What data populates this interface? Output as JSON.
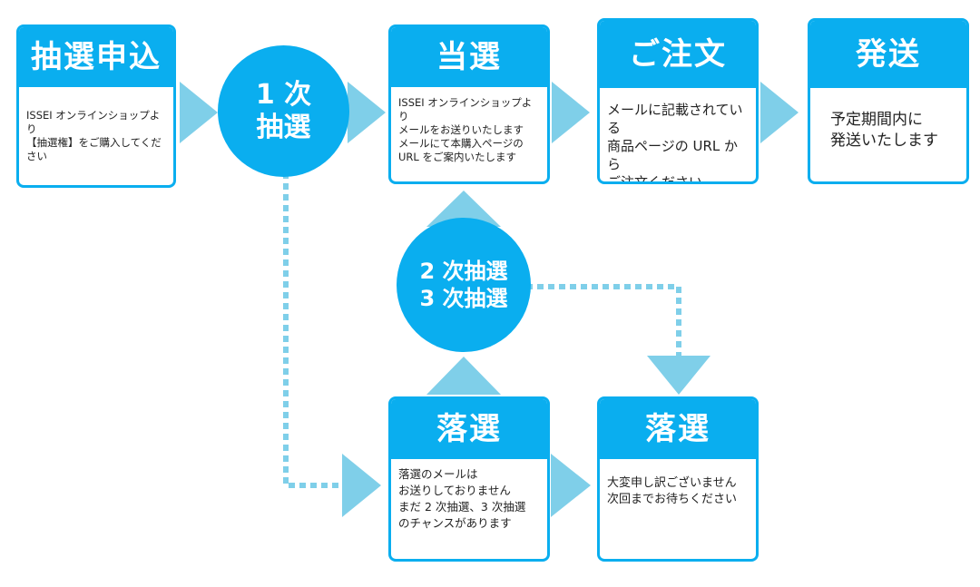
{
  "colors": {
    "accent": "#0aaeef",
    "arrow": "#7fcfe9"
  },
  "steps": {
    "apply": {
      "title": "抽選申込",
      "desc": "ISSEI オンラインショップより\n【抽選権】をご購入してください"
    },
    "first_draw": {
      "label": "1 次\n抽選"
    },
    "win": {
      "title": "当選",
      "desc": "ISSEI オンラインショップより\nメールをお送りいたします\nメールにて本購入ページの\nURL をご案内いたします"
    },
    "order": {
      "title": "ご注文",
      "desc": "メールに記載されている\n商品ページの URL から\nご注文ください"
    },
    "ship": {
      "title": "発送",
      "desc": "予定期間内に\n発送いたします"
    },
    "second_draw": {
      "label": "2 次抽選\n3 次抽選"
    },
    "lose1": {
      "title": "落選",
      "desc": "落選のメールは\nお送りしておりません\nまだ 2 次抽選、3 次抽選\nのチャンスがあります"
    },
    "lose2": {
      "title": "落選",
      "desc": "大変申し訳ございません\n次回までお待ちください"
    }
  }
}
